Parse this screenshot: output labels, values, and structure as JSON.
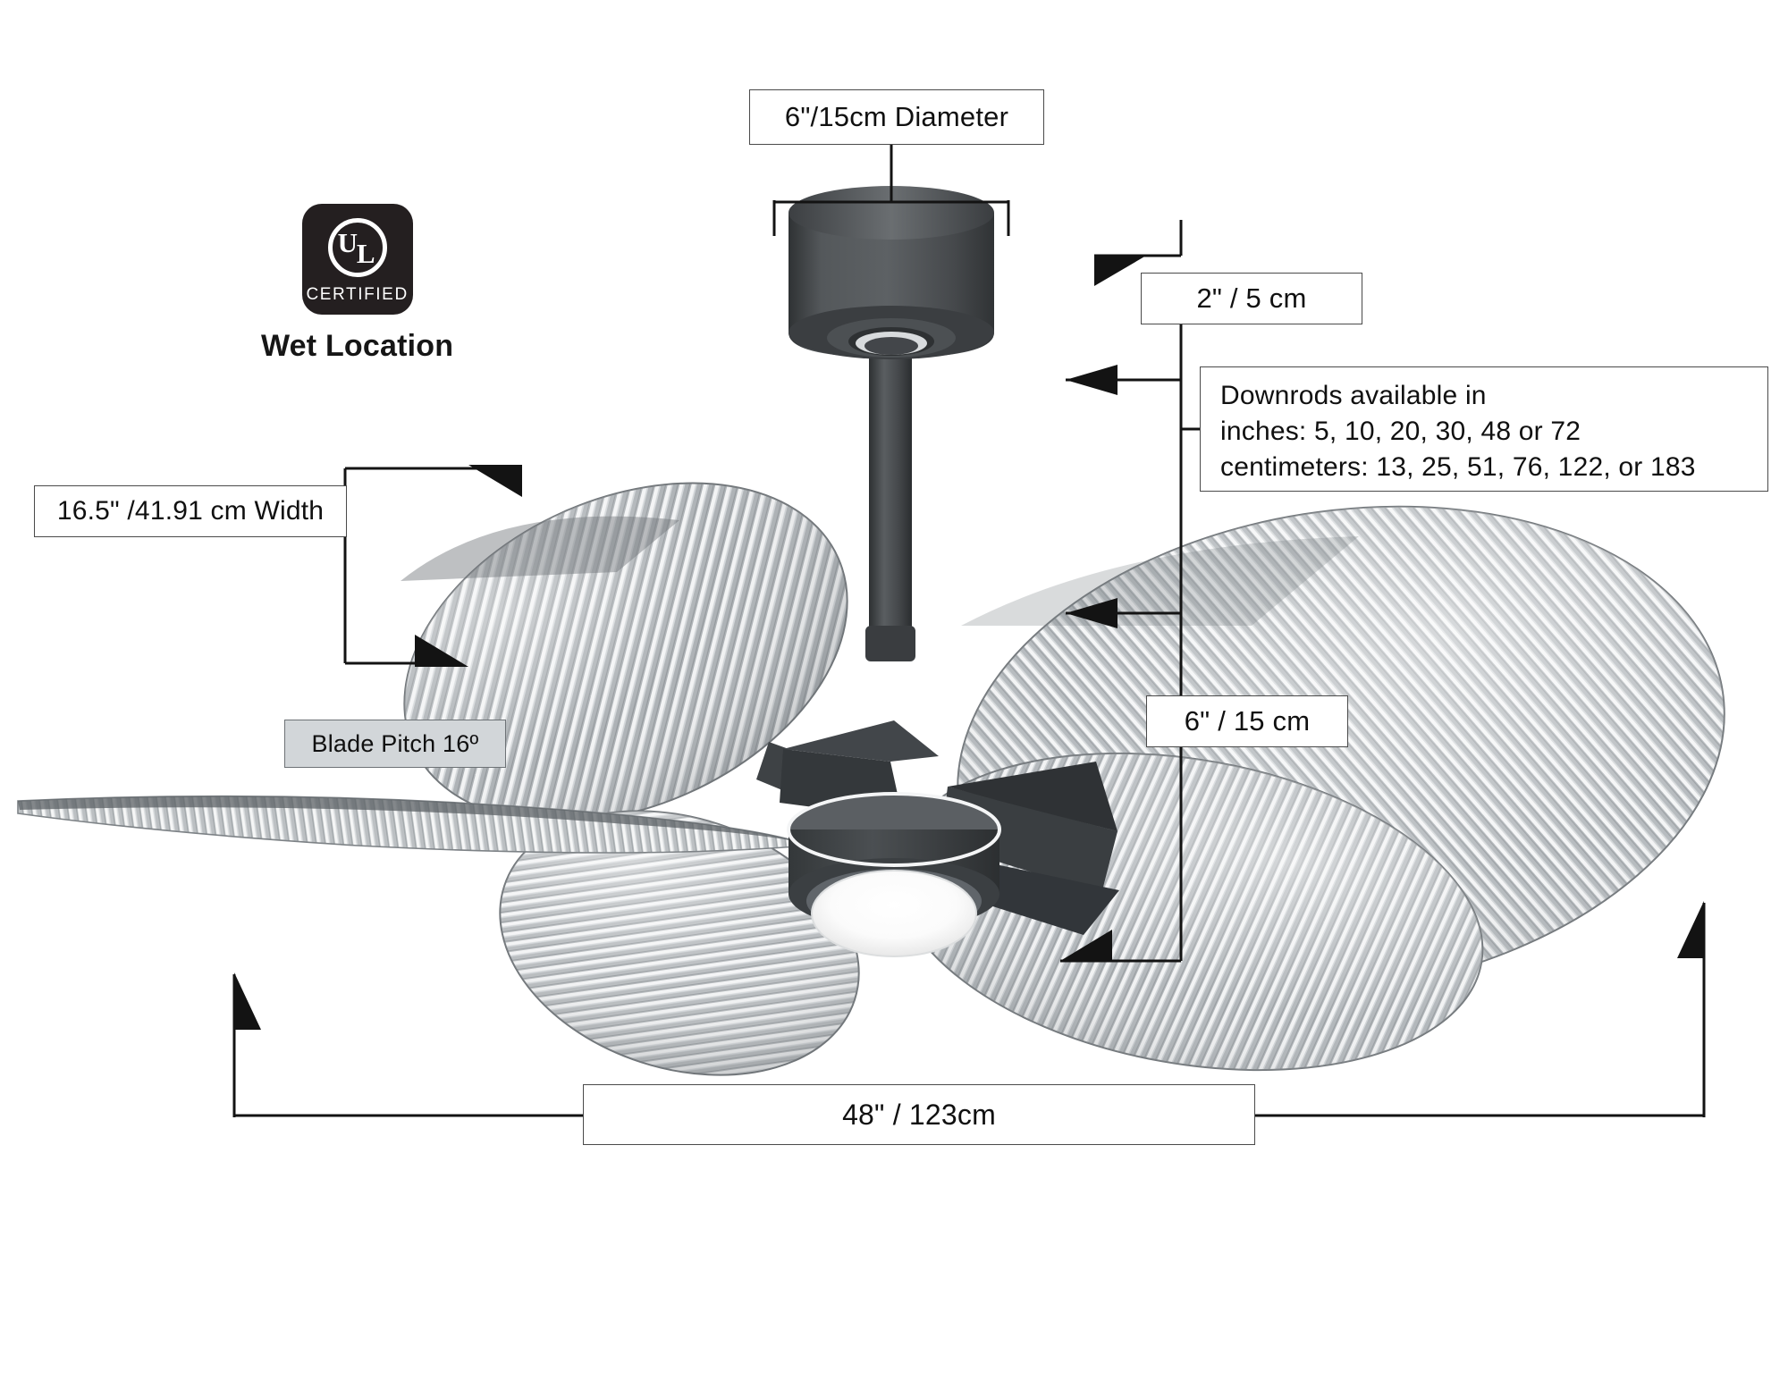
{
  "diagram": {
    "subject": "ceiling-fan-dimension-diagram",
    "background_color": "#ffffff",
    "line_color": "#1a1a1a",
    "body_color": "#4a4d50",
    "blade_color": "#b8bcbf",
    "shaded_label_color": "#d2d6d9"
  },
  "certification": {
    "badge_mark_top": "U",
    "badge_mark_bottom": "L",
    "badge_label": "CERTIFIED",
    "rating": "Wet Location"
  },
  "callouts": {
    "canopy_diameter": "6\"/15cm Diameter",
    "canopy_height": "2\" / 5 cm",
    "blade_width": "16.5\" /41.91 cm Width",
    "blade_pitch": "Blade Pitch 16º",
    "blade_depth": "6\" / 15 cm",
    "overall_span": "48\" / 123cm",
    "downrods": {
      "line1": "Downrods available in",
      "line2": "inches: 5, 10, 20, 30, 48 or 72",
      "line3": "centimeters: 13, 25, 51, 76, 122, or 183"
    }
  }
}
